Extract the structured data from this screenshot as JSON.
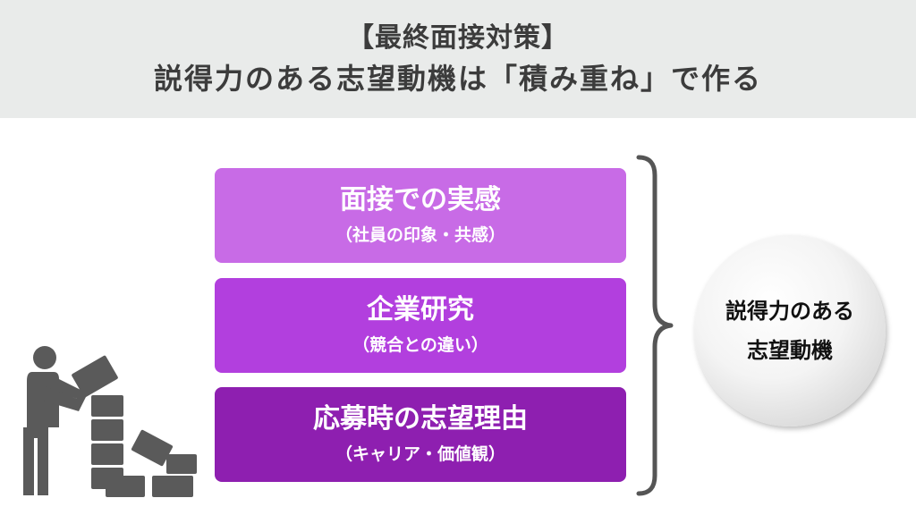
{
  "header": {
    "title_line1": "【最終面接対策】",
    "title_line2": "説得力のある志望動機は「積み重ね」で作る"
  },
  "blocks": [
    {
      "title": "面接での実感",
      "subtitle": "（社員の印象・共感）",
      "color": "#c86be6"
    },
    {
      "title": "企業研究",
      "subtitle": "（競合との違い）",
      "color": "#b23fde"
    },
    {
      "title": "応募時の志望理由",
      "subtitle": "（キャリア・価値観）",
      "color": "#8e1fb0"
    }
  ],
  "result": {
    "line1": "説得力のある",
    "line2": "志望動機"
  },
  "colors": {
    "header_bg": "#e9ebea",
    "brace": "#555555",
    "figure": "#5a5a5a"
  },
  "icons": {
    "figure": "person-stacking-blocks-icon",
    "brace": "right-curly-brace"
  }
}
